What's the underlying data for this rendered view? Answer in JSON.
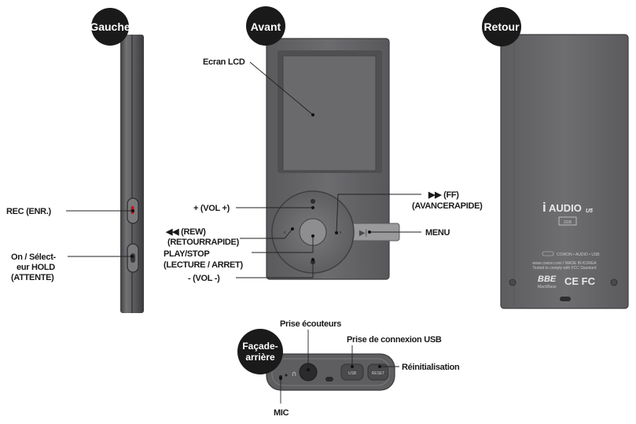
{
  "views": {
    "left": "Gauche",
    "front": "Avant",
    "back": "Retour",
    "bottom_line1": "Façade-",
    "bottom_line2": "arrière"
  },
  "labels": {
    "lcd": "Ecran LCD",
    "rec": "REC (ENR.)",
    "on_line1": "On / Sélect-",
    "on_line2": "eur HOLD",
    "on_line3": "(ATTENTE)",
    "vol_plus": "+ (VOL +)",
    "rew_line1": "◀◀ (REW)",
    "rew_line2": "(RETOURRAPIDE)",
    "play_line1": "PLAY/STOP",
    "play_line2": "(LECTURE / ARRET)",
    "vol_minus": "- (VOL -)",
    "ff_line1": "▶▶ (FF)",
    "ff_line2": "(AVANCERAPIDE)",
    "menu": "MENU",
    "earphone": "Prise écouteurs",
    "usb": "Prise de connexion USB",
    "reset": "Réinitialisation",
    "mic": "MIC"
  },
  "device_back": {
    "brand_i": "i",
    "brand_name": "AUDIO",
    "brand_model": "U5",
    "capacity": "2GB",
    "web": "www.cowon.com / MADE IN KOREA",
    "fcc_note": "Tested to comply with FCC Standard",
    "marks": "CE FC",
    "bbe": "BBE",
    "bbe_sub": "MachBase"
  },
  "device_bottom": {
    "usb_port": "USB",
    "reset_port": "RESET"
  },
  "colors": {
    "body": "#6a6a6c",
    "body_dark": "#4d4d50",
    "screen": "#5c5c5f",
    "badge": "#1a1a1a",
    "leader": "#222222",
    "rec_button": "#c0171c"
  }
}
